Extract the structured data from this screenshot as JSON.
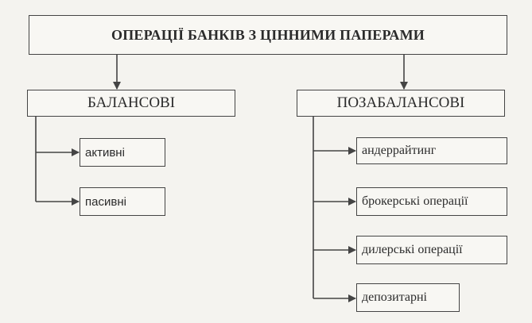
{
  "title": "ОПЕРАЦІЇ БАНКІВ З ЦІННИМИ ПАПЕРАМИ",
  "branches": [
    {
      "label": "БАЛАНСОВІ",
      "children": [
        "активні",
        "пасивні"
      ]
    },
    {
      "label": "ПОЗАБАЛАНСОВІ",
      "children": [
        "андеррайтинг",
        "брокерські операції",
        "дилерські операції",
        "депозитарні"
      ]
    }
  ],
  "colors": {
    "line": "#444444",
    "background": "#f4f3ef"
  }
}
